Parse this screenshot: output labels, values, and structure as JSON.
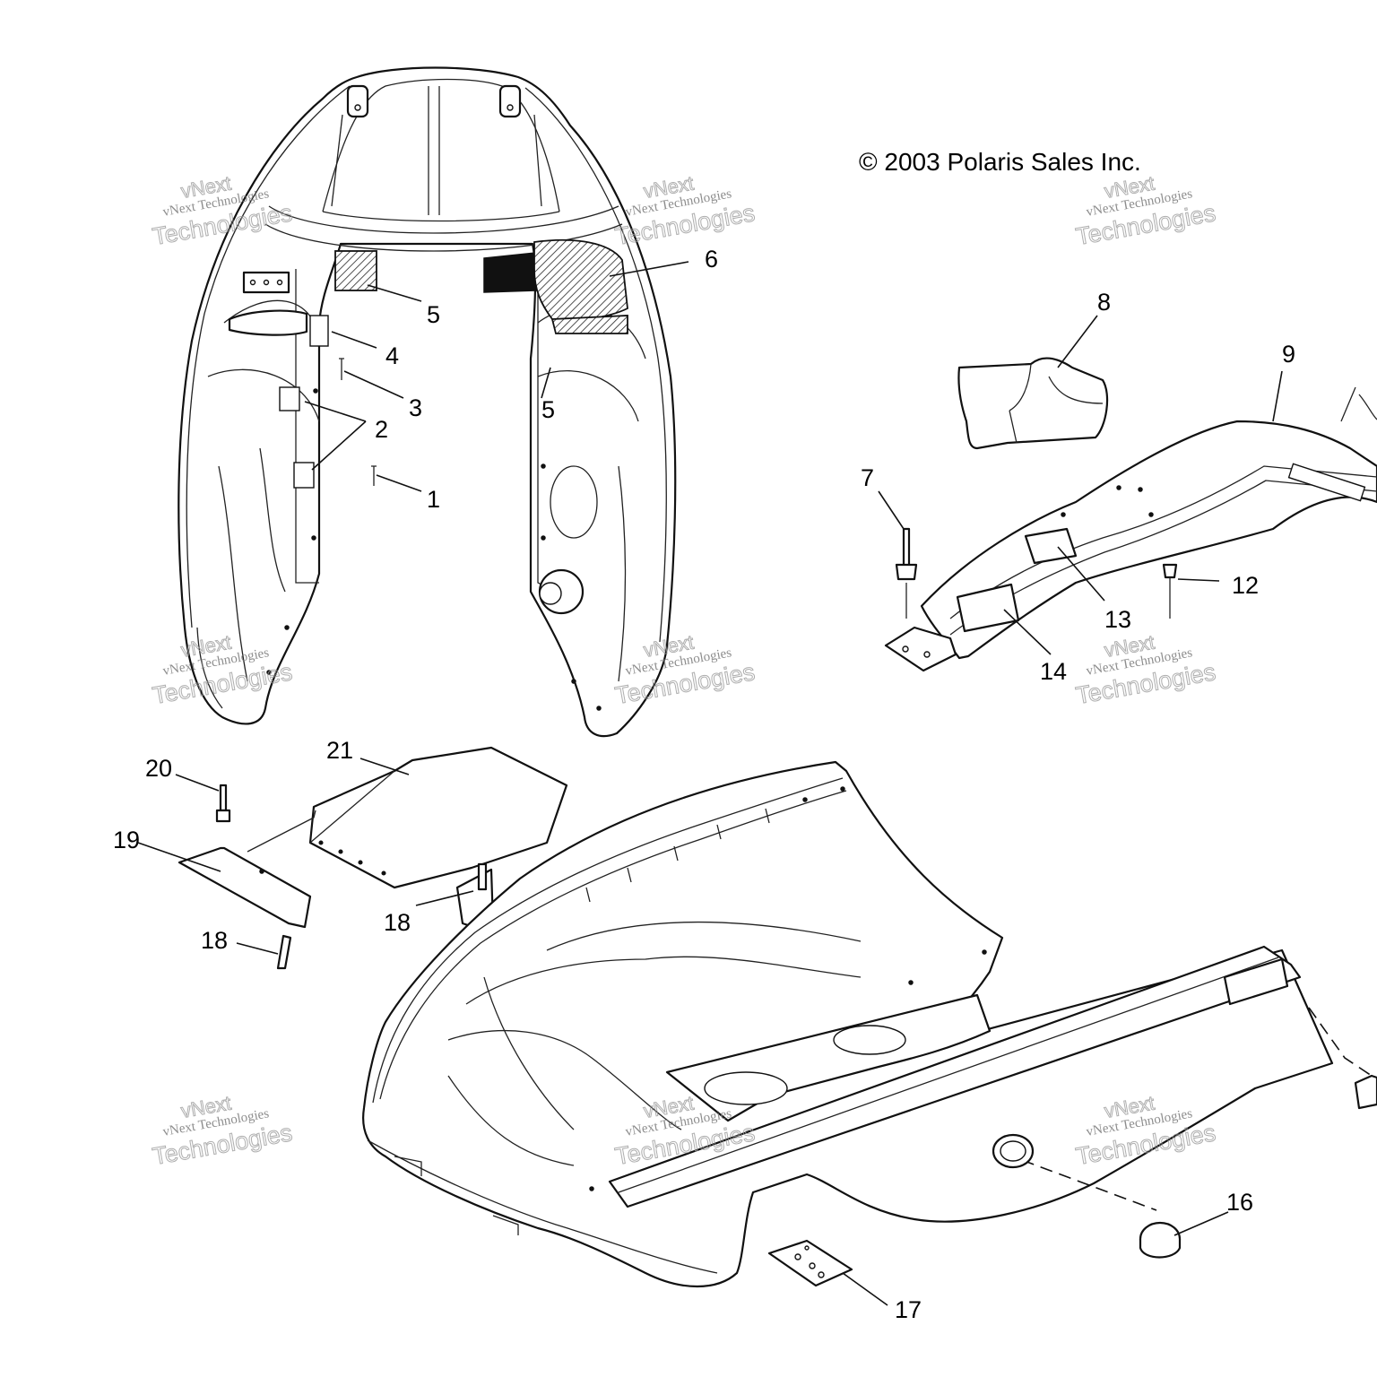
{
  "copyright": "© 2003 Polaris Sales Inc.",
  "watermark": {
    "line0": "vNext",
    "line1": "vNext Technologies",
    "line2": "Technologies"
  },
  "callouts": {
    "c1": "1",
    "c2": "2",
    "c3": "3",
    "c4": "4",
    "c5a": "5",
    "c5b": "5",
    "c6": "6",
    "c7": "7",
    "c8": "8",
    "c9": "9",
    "c12": "12",
    "c13": "13",
    "c14": "14",
    "c16": "16",
    "c17": "17",
    "c18a": "18",
    "c18b": "18",
    "c19": "19",
    "c20": "20",
    "c21": "21"
  }
}
